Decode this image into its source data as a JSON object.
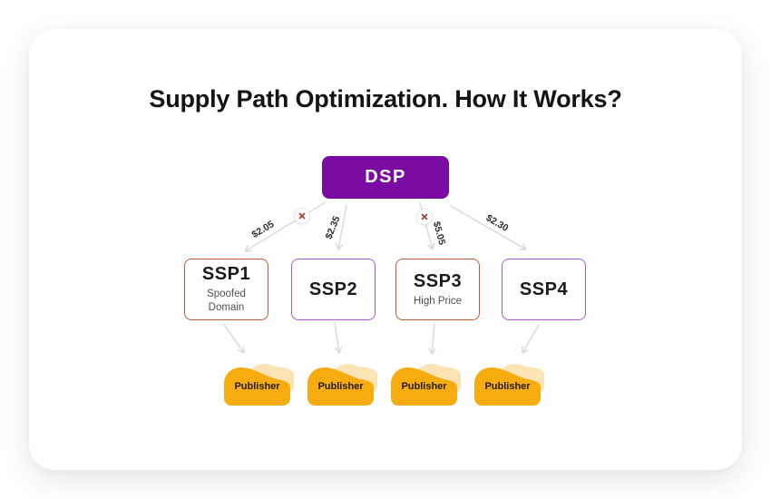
{
  "title": "Supply Path Optimization. How It Works?",
  "diagram": {
    "root": {
      "label": "DSP"
    },
    "edges": [
      {
        "from": "DSP",
        "to": "SSP1",
        "price": "$2.05",
        "blocked": true
      },
      {
        "from": "DSP",
        "to": "SSP2",
        "price": "$2.35",
        "blocked": false
      },
      {
        "from": "DSP",
        "to": "SSP3",
        "price": "$5.05",
        "blocked": true
      },
      {
        "from": "DSP",
        "to": "SSP4",
        "price": "$2.30",
        "blocked": false
      }
    ],
    "ssps": [
      {
        "label": "SSP1",
        "note": "Spoofed Domain",
        "flagged": true
      },
      {
        "label": "SSP2",
        "note": "",
        "flagged": false
      },
      {
        "label": "SSP3",
        "note": "High Price",
        "flagged": true
      },
      {
        "label": "SSP4",
        "note": "",
        "flagged": false
      }
    ],
    "publishers": [
      {
        "label": "Publisher"
      },
      {
        "label": "Publisher"
      },
      {
        "label": "Publisher"
      },
      {
        "label": "Publisher"
      }
    ]
  },
  "colors": {
    "dsp_fill": "#7B0CA3",
    "flagged_border": "#C05A38",
    "clean_border": "#A958D8",
    "publisher_gold": "#F6AC0F",
    "publisher_cream": "#FAE4B4",
    "arrow": "#DCDCDC",
    "cross": "#B5382A"
  },
  "icons": {
    "blocked": "x-in-circle"
  }
}
